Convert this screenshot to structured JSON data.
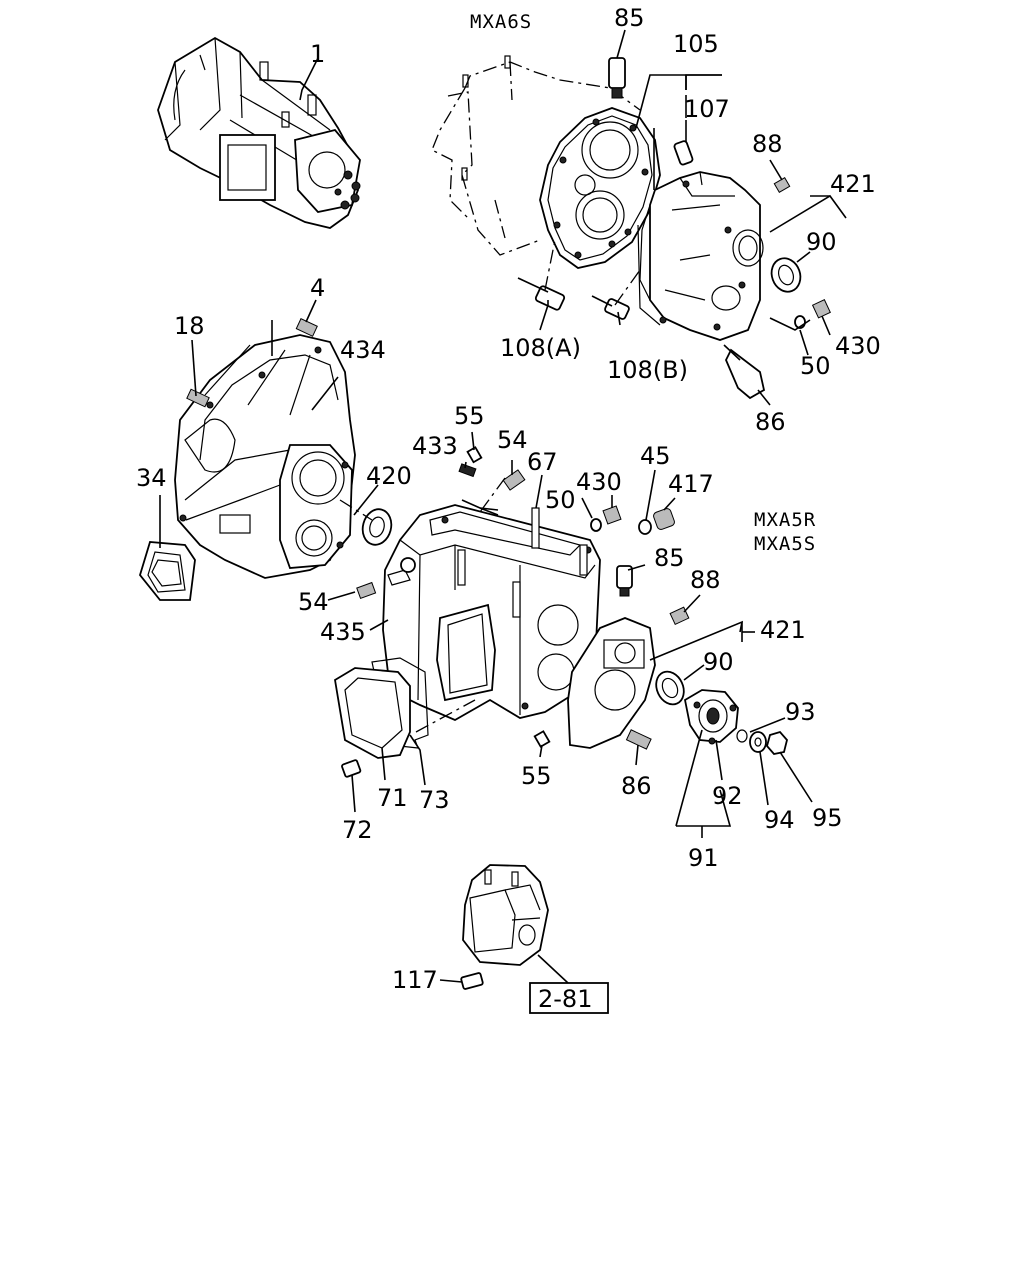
{
  "models": {
    "top": "MXA6S",
    "right_line1": "MXA5R",
    "right_line2": "MXA5S"
  },
  "callouts": {
    "c1": "1",
    "c85a": "85",
    "c105": "105",
    "c107": "107",
    "c88a": "88",
    "c421a": "421",
    "c90a": "90",
    "c108a": "108(A)",
    "c108b": "108(B)",
    "c50a": "50",
    "c430a": "430",
    "c86a": "86",
    "c4": "4",
    "c18": "18",
    "c434": "434",
    "c55a": "55",
    "c433": "433",
    "c54a": "54",
    "c67": "67",
    "c45": "45",
    "c430b": "430",
    "c417": "417",
    "c50b": "50",
    "c34": "34",
    "c420": "420",
    "c85b": "85",
    "c88b": "88",
    "c54b": "54",
    "c435": "435",
    "c421b": "421",
    "c90b": "90",
    "c93": "93",
    "c71": "71",
    "c73": "73",
    "c72": "72",
    "c55b": "55",
    "c86b": "86",
    "c92": "92",
    "c94": "94",
    "c95": "95",
    "c91": "91",
    "c117": "117",
    "ref": "2-81"
  }
}
